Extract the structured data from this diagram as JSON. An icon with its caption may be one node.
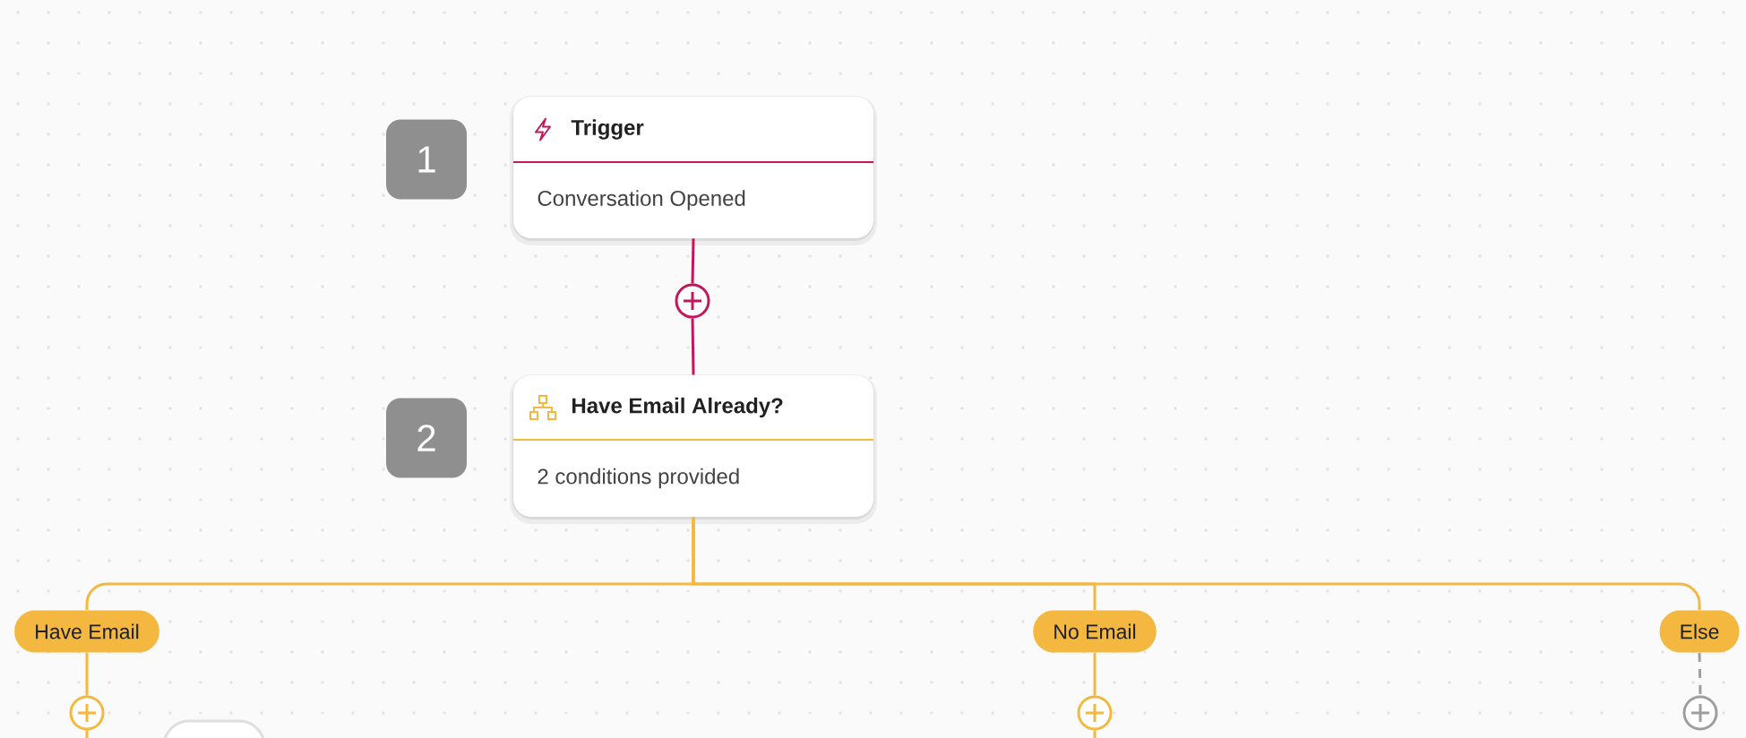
{
  "diagram": {
    "nodes": [
      {
        "text": [
          "1"
        ]
      },
      {
        "text": [
          "Trigger",
          "Conversation Opened"
        ]
      },
      {
        "text": [],
        "shape": "circle"
      },
      {
        "text": [
          "2"
        ]
      },
      {
        "text": [
          "Have Email Already?",
          "2 conditions provided"
        ]
      },
      {
        "text": [
          "Have Email"
        ]
      },
      {
        "text": [
          "No Email"
        ]
      },
      {
        "text": [
          "Else"
        ]
      },
      {
        "text": [],
        "shape": "circle"
      },
      {
        "text": [],
        "shape": "circle"
      },
      {
        "text": [],
        "shape": "circle"
      },
      {
        "text": [],
        "shape": "box"
      }
    ],
    "edges": [
      {
        "from": 1,
        "to": 2,
        "arrow": "none",
        "color": "#c2185b"
      },
      {
        "from": 2,
        "to": 4,
        "arrow": "none",
        "color": "#c2185b"
      },
      {
        "from": 4,
        "to": 5,
        "arrow": "none"
      },
      {
        "from": 4,
        "to": 6,
        "arrow": "none"
      },
      {
        "from": 4,
        "to": 7,
        "arrow": "none"
      },
      {
        "from": 5,
        "to": 8,
        "arrow": "none"
      },
      {
        "from": 6,
        "to": 9,
        "arrow": "none"
      },
      {
        "from": 7,
        "to": 10,
        "arrow": "none",
        "style": "dashed",
        "color": "#9e9e9e"
      },
      {
        "from": 8,
        "to": null,
        "arrow": "none"
      },
      {
        "from": 9,
        "to": null,
        "arrow": "none"
      }
    ]
  }
}
